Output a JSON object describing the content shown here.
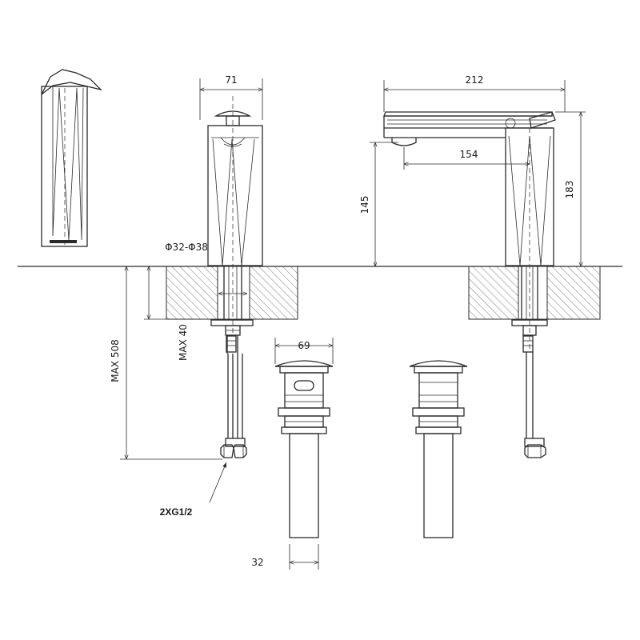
{
  "dimensions": {
    "spout_width": "71",
    "spout_depth": "212",
    "spout_reach": "154",
    "spout_height": "145",
    "total_height": "183",
    "hole_diameter": "Φ32-Φ38",
    "max_deck": "MAX 40",
    "max_hose": "MAX 508",
    "drain_head": "69",
    "drain_tail": "32"
  },
  "callouts": {
    "connection": "2XG1/2"
  },
  "colors": {
    "line": "#2a2a2a",
    "background": "#ffffff"
  }
}
